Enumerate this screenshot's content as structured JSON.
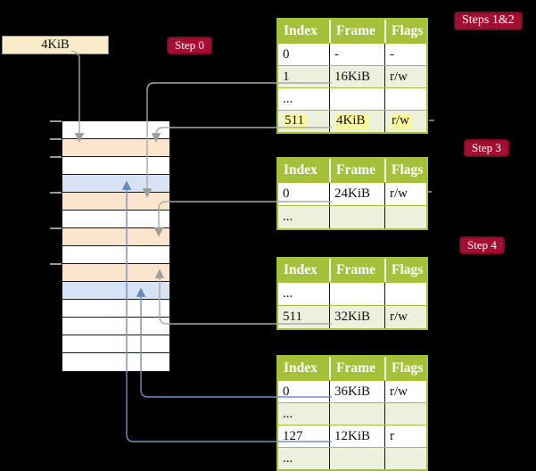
{
  "legend_box": {
    "label": "4KiB"
  },
  "badges": {
    "step0": "Step 0",
    "steps12": "Steps 1&2",
    "step3": "Step 3",
    "step4": "Step 4"
  },
  "tables": [
    {
      "id": "page-table-level0",
      "headers": [
        "Index",
        "Frame",
        "Flags"
      ],
      "rows": [
        {
          "index": "0",
          "frame": "-",
          "flags": "-"
        },
        {
          "index": "1",
          "frame": "16KiB",
          "flags": "r/w"
        },
        {
          "index": "...",
          "frame": "",
          "flags": ""
        },
        {
          "index": "511",
          "frame": "4KiB",
          "flags": "r/w",
          "highlighted": true
        }
      ]
    },
    {
      "id": "page-table-a",
      "headers": [
        "Index",
        "Frame",
        "Flags"
      ],
      "rows": [
        {
          "index": "0",
          "frame": "24KiB",
          "flags": "r/w"
        },
        {
          "index": "...",
          "frame": "",
          "flags": ""
        }
      ]
    },
    {
      "id": "page-table-b",
      "headers": [
        "Index",
        "Frame",
        "Flags"
      ],
      "rows": [
        {
          "index": "...",
          "frame": "",
          "flags": ""
        },
        {
          "index": "511",
          "frame": "32KiB",
          "flags": "r/w"
        }
      ]
    },
    {
      "id": "page-table-c",
      "headers": [
        "Index",
        "Frame",
        "Flags"
      ],
      "rows": [
        {
          "index": "0",
          "frame": "36KiB",
          "flags": "r/w"
        },
        {
          "index": "...",
          "frame": "",
          "flags": ""
        },
        {
          "index": "127",
          "frame": "12KiB",
          "flags": "r"
        },
        {
          "index": "...",
          "frame": "",
          "flags": ""
        }
      ]
    }
  ],
  "memory": {
    "frames": [
      {
        "color": "white"
      },
      {
        "color": "peach"
      },
      {
        "color": "white"
      },
      {
        "color": "blue"
      },
      {
        "color": "peach"
      },
      {
        "color": "white"
      },
      {
        "color": "peach"
      },
      {
        "color": "white"
      },
      {
        "color": "peach"
      },
      {
        "color": "blue"
      },
      {
        "color": "white"
      },
      {
        "color": "white"
      },
      {
        "color": "white"
      },
      {
        "color": "white"
      }
    ]
  },
  "connectors": [
    {
      "from": "legend-4kib-box",
      "to": "memory-frame-1",
      "color": "gray"
    },
    {
      "from": "page-table-level0-row-1",
      "to": "memory-frame-4",
      "color": "gray"
    },
    {
      "from": "page-table-level0-row-511",
      "to": "memory-frame-1",
      "color": "gray"
    },
    {
      "from": "page-table-a-row-0",
      "to": "memory-frame-6",
      "color": "gray"
    },
    {
      "from": "page-table-b-row-511",
      "to": "memory-frame-8",
      "color": "gray"
    },
    {
      "from": "page-table-c-row-0",
      "to": "memory-frame-9",
      "color": "blue"
    },
    {
      "from": "page-table-c-row-127",
      "to": "memory-frame-3",
      "color": "blue"
    }
  ],
  "colors": {
    "badge_red": "#A30E33",
    "badge_border": "#7E0A24",
    "table_header_green": "#A4C139",
    "table_row_green": "#EBF1DC",
    "table_border_green": "#A4C139",
    "frame_peach": "#FBE5CE",
    "frame_blue": "#D7E3F4",
    "legend_cream": "#FAECC8",
    "highlight_yellow": "#FDF89E",
    "line_gray": "#A8A8A8",
    "line_blue": "#7090C5",
    "background": "#000000"
  }
}
